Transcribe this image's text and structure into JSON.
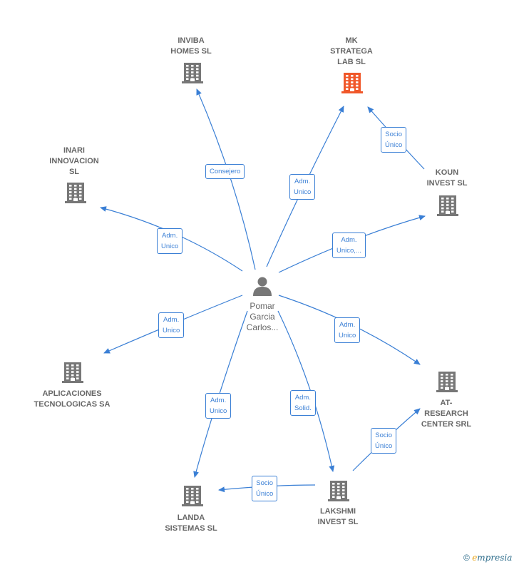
{
  "colors": {
    "edge": "#3a7fd5",
    "building": "#777777",
    "building_highlight": "#f0582a",
    "label": "#666666"
  },
  "center": {
    "label": "Pomar\nGarcia\nCarlos...",
    "icon": "person-icon"
  },
  "nodes": [
    {
      "id": "inviba",
      "label": "INVIBA\nHOMES  SL",
      "icon": "building-icon",
      "highlight": false
    },
    {
      "id": "mk",
      "label": "MK\nSTRATEGA\nLAB  SL",
      "icon": "building-icon",
      "highlight": true
    },
    {
      "id": "inari",
      "label": "INARI\nINNOVACION\nSL",
      "icon": "building-icon",
      "highlight": false
    },
    {
      "id": "koun",
      "label": "KOUN\nINVEST  SL",
      "icon": "building-icon",
      "highlight": false
    },
    {
      "id": "aplicaciones",
      "label": "APLICACIONES\nTECNOLOGICAS SA",
      "icon": "building-icon",
      "highlight": false
    },
    {
      "id": "at",
      "label": "AT-\nRESEARCH\nCENTER SRL",
      "icon": "building-icon",
      "highlight": false
    },
    {
      "id": "landa",
      "label": "LANDA\nSISTEMAS SL",
      "icon": "building-icon",
      "highlight": false
    },
    {
      "id": "lakshmi",
      "label": "LAKSHMI\nINVEST  SL",
      "icon": "building-icon",
      "highlight": false
    }
  ],
  "edges": [
    {
      "from": "center",
      "to": "inviba",
      "label": "Consejero"
    },
    {
      "from": "center",
      "to": "mk",
      "label": "Adm.\nUnico"
    },
    {
      "from": "koun",
      "to": "mk",
      "label": "Socio\nÚnico"
    },
    {
      "from": "center",
      "to": "inari",
      "label": "Adm.\nUnico"
    },
    {
      "from": "center",
      "to": "koun",
      "label": "Adm.\nUnico,..."
    },
    {
      "from": "center",
      "to": "aplicaciones",
      "label": "Adm.\nUnico"
    },
    {
      "from": "center",
      "to": "at",
      "label": "Adm.\nUnico"
    },
    {
      "from": "center",
      "to": "landa",
      "label": "Adm.\nUnico"
    },
    {
      "from": "center",
      "to": "lakshmi",
      "label": "Adm.\nSolid."
    },
    {
      "from": "lakshmi",
      "to": "at",
      "label": "Socio\nÚnico"
    },
    {
      "from": "lakshmi",
      "to": "landa",
      "label": "Socio\nÚnico"
    }
  ],
  "footer": {
    "copyright": "©",
    "brand_first": "e",
    "brand_rest": "mpresia"
  }
}
